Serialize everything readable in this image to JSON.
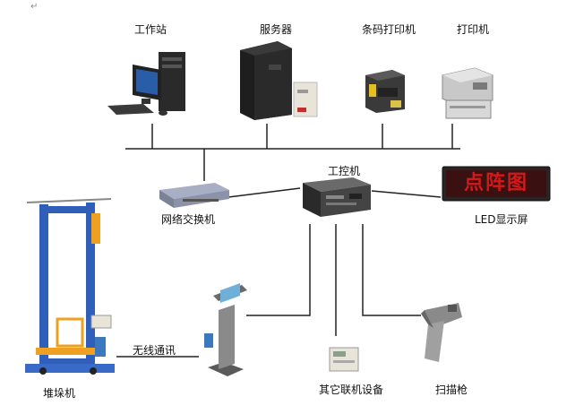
{
  "labels": {
    "workstation": "工作站",
    "server": "服务器",
    "barcode_printer": "条码打印机",
    "printer": "打印机",
    "industrial_pc": "工控机",
    "network_switch": "网络交换机",
    "led_screen": "LED显示屏",
    "stacker": "堆垛机",
    "wireless": "无线通讯",
    "other_devices": "其它联机设备",
    "scanner": "扫描枪"
  },
  "led_text": "点阵图",
  "paragraph_mark": "↵",
  "colors": {
    "line": "#222222",
    "stacker_frame": "#2f5fb8",
    "stacker_accent": "#f0a020",
    "led_bg": "#3a1010",
    "led_red": "#d21a1a"
  }
}
